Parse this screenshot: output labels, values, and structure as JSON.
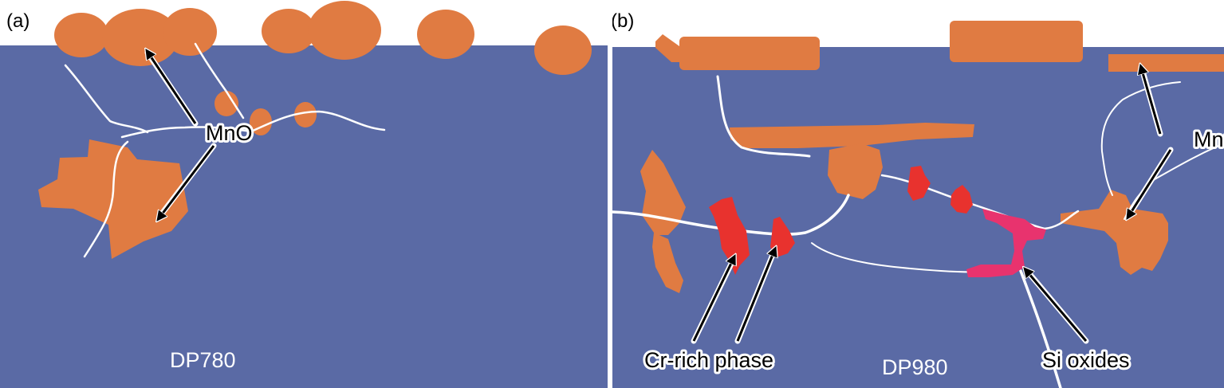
{
  "panels": [
    {
      "label": "(a)",
      "steel": "DP780",
      "callouts": [
        "MnO"
      ]
    },
    {
      "label": "(b)",
      "steel": "DP980",
      "callouts": [
        "MnO",
        "Cr-rich phase",
        "Si oxides"
      ]
    }
  ],
  "colors": {
    "steel_matrix": "#5a6aa5",
    "mno_oxide": "#e07b42",
    "cr_rich_phase": "#e8322e",
    "si_oxides": "#e8336e",
    "grain_boundary": "#ffffff",
    "background": "#ffffff"
  }
}
